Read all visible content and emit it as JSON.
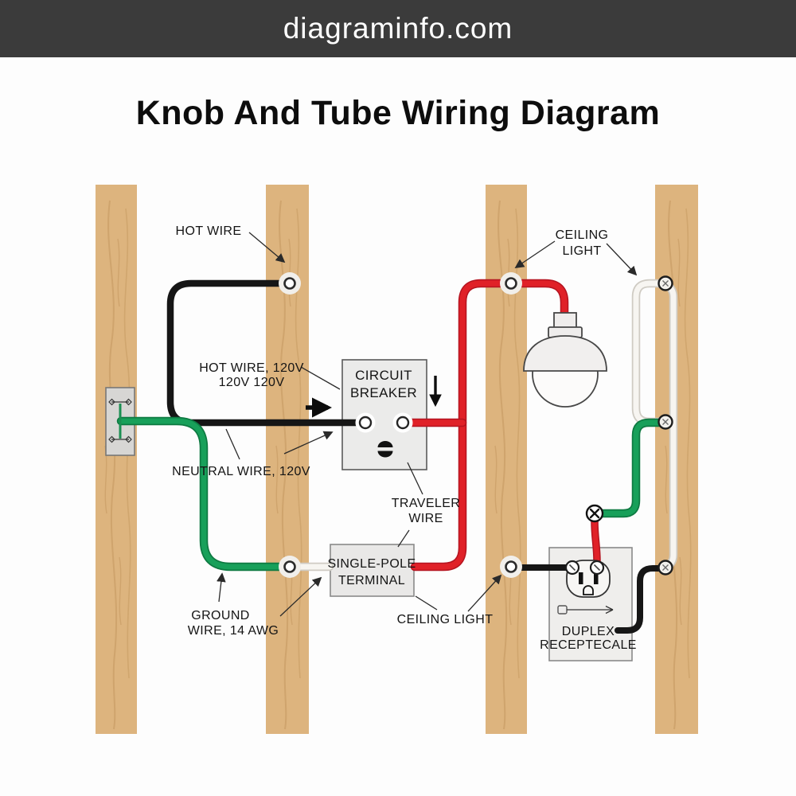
{
  "header": {
    "site_name": "diagraminfo.com"
  },
  "title": "Knob And Tube Wiring Diagram",
  "labels": {
    "hot_wire": "HOT WIRE",
    "hot_wire_120v": {
      "line1": "HOT WIRE, 120V",
      "line2": "120V 120V"
    },
    "neutral_wire": "NEUTRAL WIRE, 120V",
    "ground_wire": {
      "line1": "GROUND",
      "line2": "WIRE, 14 AWG"
    },
    "traveler_wire": {
      "line1": "TRAVELER",
      "line2": "WIRE"
    },
    "ceiling_light_top": {
      "line1": "CEILING",
      "line2": "LIGHT"
    },
    "ceiling_light_bottom": "CEILING LIGHT"
  },
  "components": {
    "circuit_breaker": {
      "line1": "CIRCUIT",
      "line2": "BREAKER"
    },
    "single_pole_terminal": {
      "line1": "SINGLE-POLE",
      "line2": "TERMINAL"
    },
    "duplex_receptacle": {
      "line1": "DUPLEX",
      "line2": "RECEPTECALE"
    }
  },
  "colors": {
    "header_bg": "#3b3b3b",
    "header_text": "#ffffff",
    "hot_wire_black": "#161616",
    "traveler_wire_red": "#e02128",
    "ground_wire_green": "#18a05a",
    "neutral_wire_white": "#f7f5f1",
    "stud_wood": "#ddb47e",
    "stud_grain": "#c2945c",
    "component_box_fill": "#ebebea",
    "label_text": "#141414"
  }
}
